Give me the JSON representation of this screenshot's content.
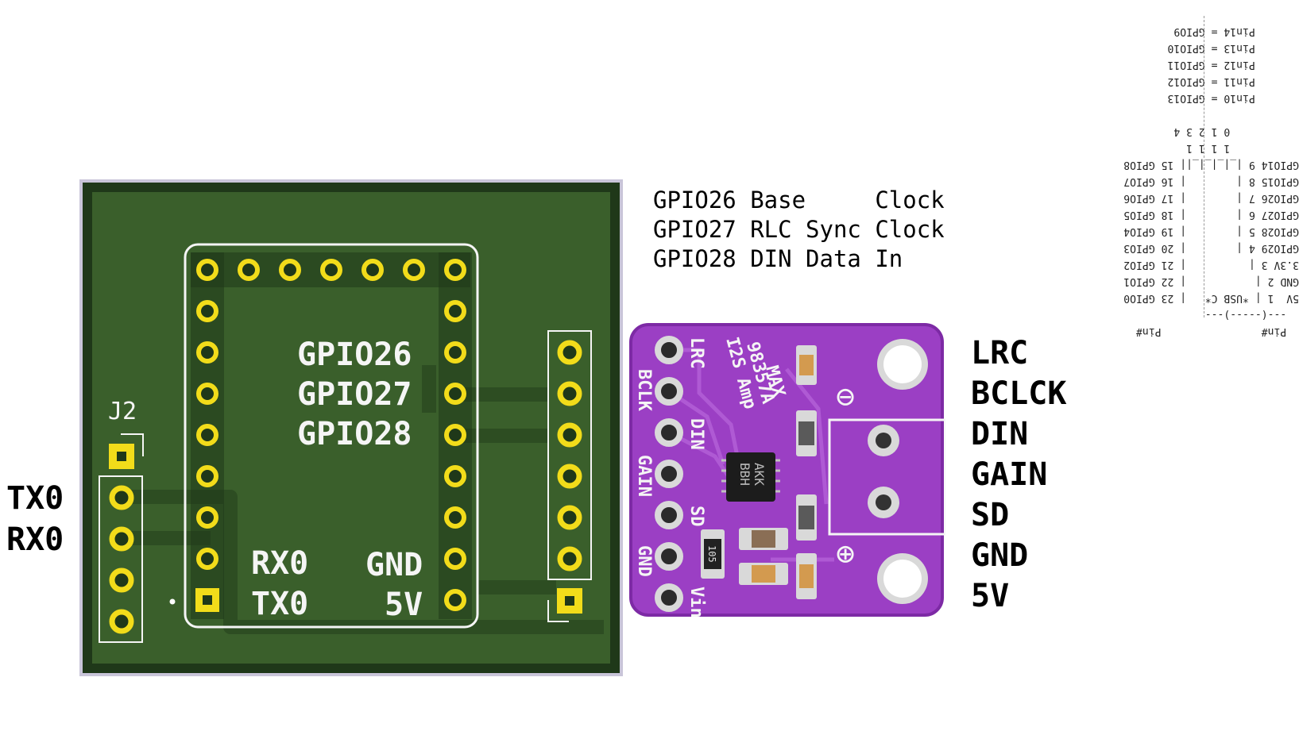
{
  "pcb": {
    "j2_label": "J2",
    "gpio_labels": [
      "GPIO26",
      "GPIO27",
      "GPIO28"
    ],
    "rx_label": "RX0",
    "tx_label": "TX0",
    "gnd_label": "GND",
    "v5_label": "5V"
  },
  "left_labels": [
    "TX0",
    "RX0"
  ],
  "mapping": [
    "GPIO26 Base     Clock",
    "GPIO27 RLC Sync Clock",
    "GPIO28 DIN Data In"
  ],
  "amp_board": {
    "silk_pins": [
      "LRC",
      "BCLK",
      "DIN",
      "GAIN",
      "SD",
      "GND",
      "Vin"
    ],
    "title_lines": [
      "MAX",
      "98357A",
      "I2S Amp"
    ],
    "chip_text": [
      "AKK",
      "BBH"
    ],
    "resistor_text": "105",
    "minus_symbol": "⊖",
    "plus_symbol": "⊕"
  },
  "right_labels": [
    "LRC",
    "BCLCK",
    "DIN",
    "GAIN",
    "SD",
    "GND",
    "5V"
  ],
  "ascii_pinout": [
    "  Pin#                Pin#",
    "  ---(-----)---",
    "5V  1 | *USB C*   | 23 GPIO0",
    "GND 2 |           | 22 GPIO1",
    "3.3V 3 |          | 21 GPIO2",
    "GPIO29 4 |        | 20 GPIO3",
    "GPIO28 5 |        | 19 GPIO4",
    "GPIO27 6 |        | 18 GPIO5",
    "GPIO26 7 |        | 17 GPIO6",
    "GPIO15 8 |        | 16 GPIO7",
    "GPIO14 9 |_|_|_|_|| 15 GPIO8",
    "           1 1 1 1",
    "           0 1 2 3 4",
    "",
    "       Pin10 = GPIO13",
    "       Pin11 = GPIO12",
    "       Pin12 = GPIO11",
    "       Pin13 = GPIO10",
    "       Pin14 = GPIO9"
  ],
  "colors": {
    "pcb_green": "#3a5f2b",
    "pcb_dark": "#1f3819",
    "pad_yellow": "#f2dc1a",
    "amp_purple": "#9b3fc4",
    "silk_white": "#ffffff"
  }
}
